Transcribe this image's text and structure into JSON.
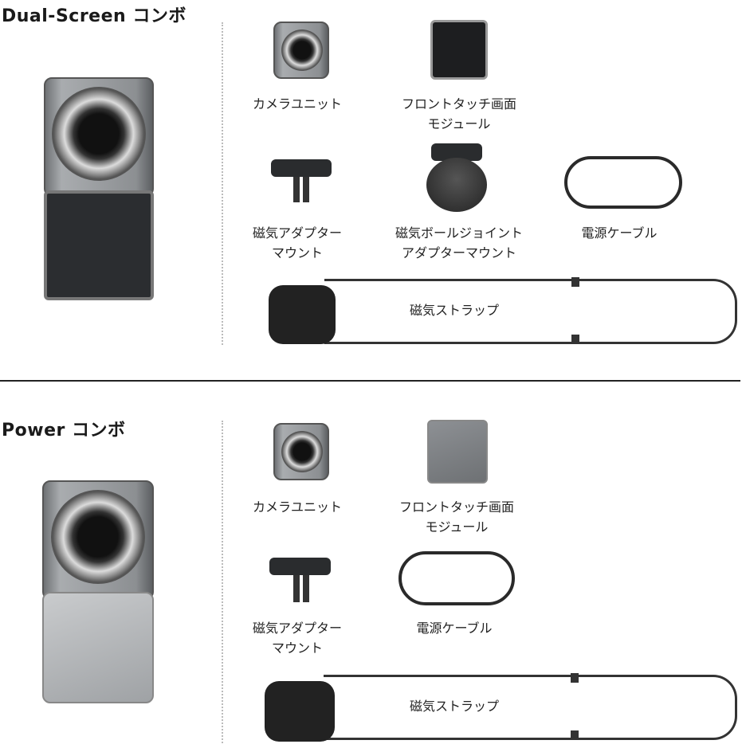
{
  "sections": [
    {
      "title": "Dual-Screen コンボ",
      "items": {
        "camera_unit": "カメラユニット",
        "front_module": "フロントタッチ画面\nモジュール",
        "adapter_mount": "磁気アダプター\nマウント",
        "ball_joint": "磁気ボールジョイント\nアダプターマウント",
        "cable": "電源ケーブル",
        "strap": "磁気ストラップ"
      }
    },
    {
      "title": "Power コンボ",
      "items": {
        "camera_unit": "カメラユニット",
        "front_module": "フロントタッチ画面\nモジュール",
        "adapter_mount": "磁気アダプター\nマウント",
        "cable": "電源ケーブル",
        "strap": "磁気ストラップ"
      }
    }
  ]
}
